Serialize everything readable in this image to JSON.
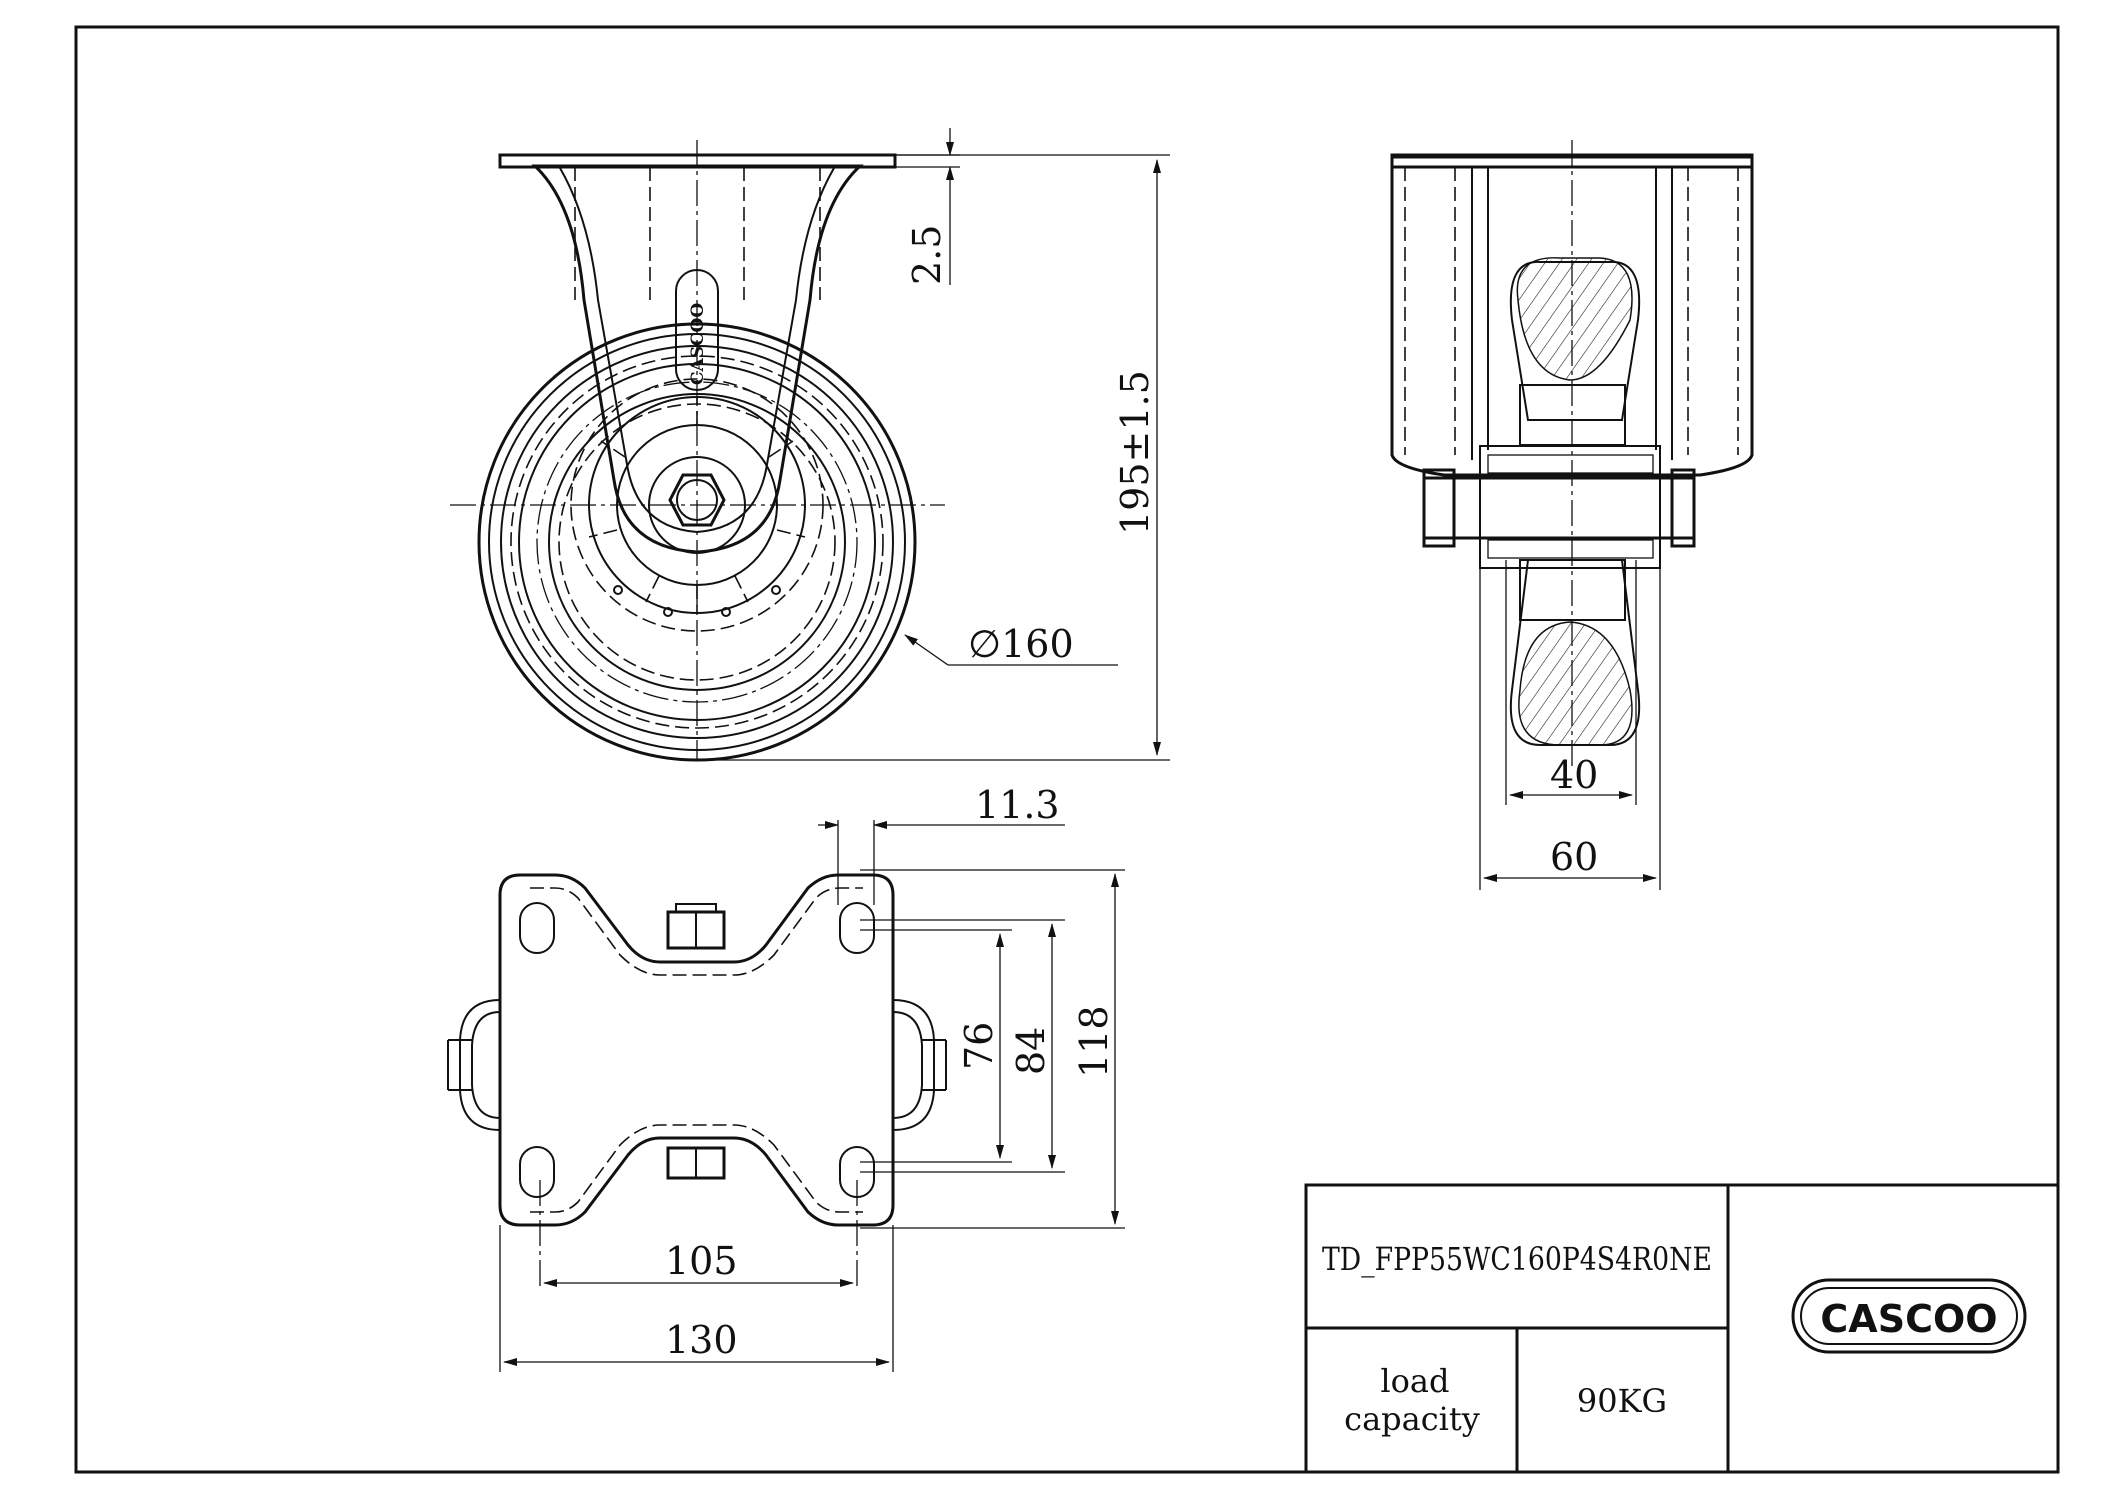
{
  "drawing": {
    "dimensions": {
      "plate_thickness": "2.5",
      "overall_height": "195±1.5",
      "wheel_diameter": "∅160",
      "wheel_width": "40",
      "plate_width_side": "60",
      "slot_offset": "11.3",
      "hole_spacing_short": "76",
      "hole_spacing_long": "84",
      "plate_length": "118",
      "hole_spacing_width": "105",
      "plate_width": "130"
    }
  },
  "title_block": {
    "part_number": "TD_FPP55WC160P4S4R0NE",
    "load_capacity_label": "load\ncapacity",
    "load_capacity_value": "90KG",
    "logo_text": "CASCOO",
    "wheel_logo_text": "CASCOO"
  }
}
